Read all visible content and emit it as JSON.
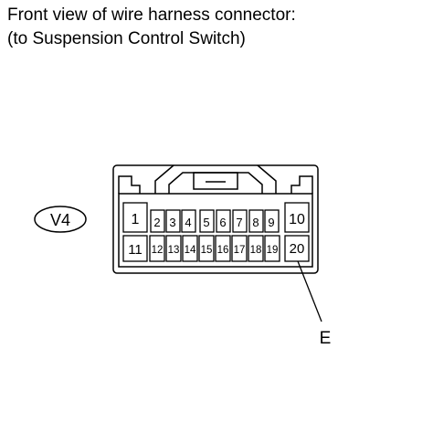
{
  "title": {
    "line1": "Front view of wire harness connector:",
    "line2": "(to Suspension Control Switch)"
  },
  "connector": {
    "code": "V4",
    "callout_label": "E",
    "pins": [
      {
        "label": "1"
      },
      {
        "label": "2"
      },
      {
        "label": "3"
      },
      {
        "label": "4"
      },
      {
        "label": "5"
      },
      {
        "label": "6"
      },
      {
        "label": "7"
      },
      {
        "label": "8"
      },
      {
        "label": "9"
      },
      {
        "label": "10"
      },
      {
        "label": "11"
      },
      {
        "label": "12"
      },
      {
        "label": "13"
      },
      {
        "label": "14"
      },
      {
        "label": "15"
      },
      {
        "label": "16"
      },
      {
        "label": "17"
      },
      {
        "label": "18"
      },
      {
        "label": "19"
      },
      {
        "label": "20"
      }
    ]
  },
  "colors": {
    "line": "#000000",
    "background": "#ffffff"
  }
}
